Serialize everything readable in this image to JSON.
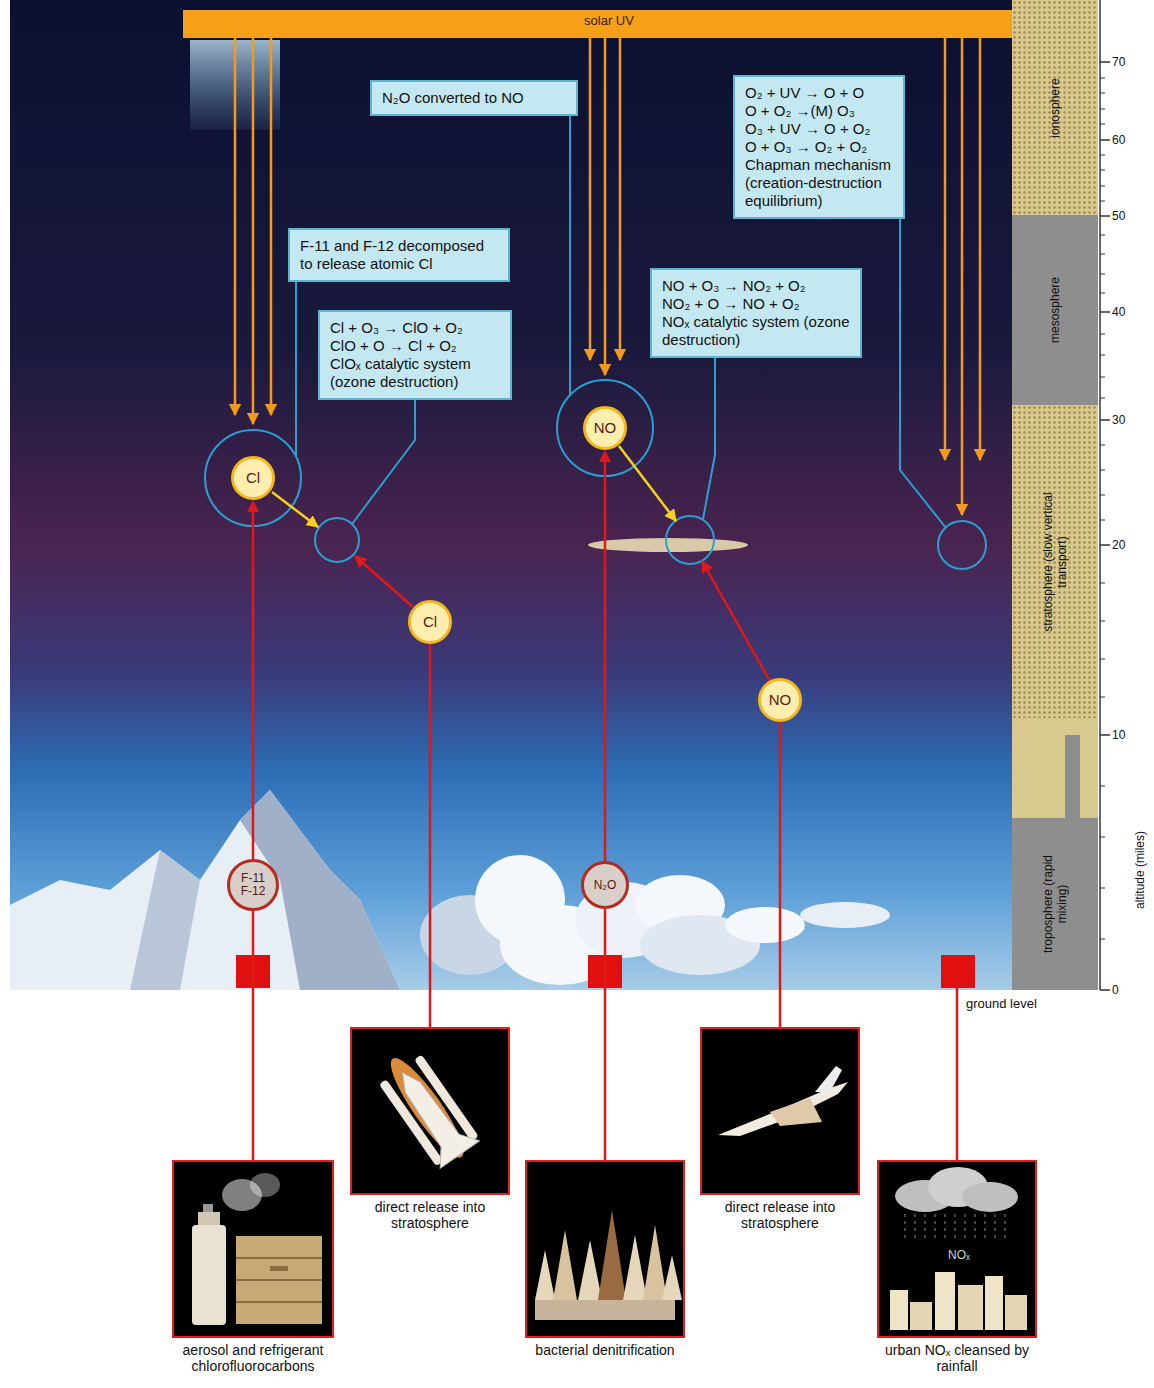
{
  "diagram": {
    "nodes": [
      {
        "text": [
          "solar UV"
        ]
      },
      {
        "text": [
          "N₂O converted to NO"
        ]
      },
      {
        "text": [
          "O₂ + UV → O + O",
          "O + O₂ →(M) O₃",
          "O₃ + UV → O + O₂",
          "O + O₃ → O₂ + O₂",
          "Chapman mechanism (creation-destruction equilibrium)"
        ]
      },
      {
        "text": [
          "ionosphere"
        ]
      },
      {
        "text": [
          "F-11 and F-12 decomposed to release atomic Cl"
        ]
      },
      {
        "text": [
          "mesosphere"
        ]
      },
      {
        "text": [
          "NO + O₃ → NO₂ + O₂",
          "NO₂ + O → NO + O₂",
          "NOₓ catalytic system (ozone destruction)"
        ]
      },
      {
        "text": [
          "Cl + O₃ → ClO + O₂",
          "ClO + O → Cl + O₂",
          "ClOₓ catalytic system (ozone destruction)"
        ]
      },
      {
        "text": [
          "NO"
        ]
      },
      {
        "text": [
          "Cl"
        ]
      },
      {
        "text": [
          "stratosphere (slow vertical transport)"
        ]
      },
      {
        "text": [
          "Cl"
        ]
      },
      {
        "text": [
          "NO"
        ]
      },
      {
        "text": [
          "troposphere (rapid mixing)"
        ]
      },
      {
        "text": [
          "F-11 F-12"
        ]
      },
      {
        "text": [
          "N₂O"
        ]
      },
      {
        "text": [
          "direct release into stratosphere"
        ]
      },
      {
        "text": [
          "direct release into stratosphere"
        ]
      },
      {
        "text": [
          "aerosol and refrigerant chlorofluorocarbons"
        ]
      },
      {
        "text": [
          "bacterial denitrification"
        ]
      },
      {
        "text": [
          "urban NOₓ cleansed by rainfall"
        ]
      }
    ],
    "edges": [
      {
        "from": 18,
        "to": 14,
        "arrow": "none"
      },
      {
        "from": 14,
        "to": 9,
        "arrow": "to"
      },
      {
        "from": 16,
        "to": 11,
        "arrow": "none"
      },
      {
        "from": 19,
        "to": 15,
        "arrow": "none"
      },
      {
        "from": 15,
        "to": 8,
        "arrow": "to"
      },
      {
        "from": 17,
        "to": 12,
        "arrow": "none"
      }
    ],
    "labels": [
      "70",
      "60",
      "50",
      "40",
      "30",
      "20",
      "10",
      "altitude (miles)",
      "0",
      "ground level",
      "NOₓ"
    ]
  }
}
